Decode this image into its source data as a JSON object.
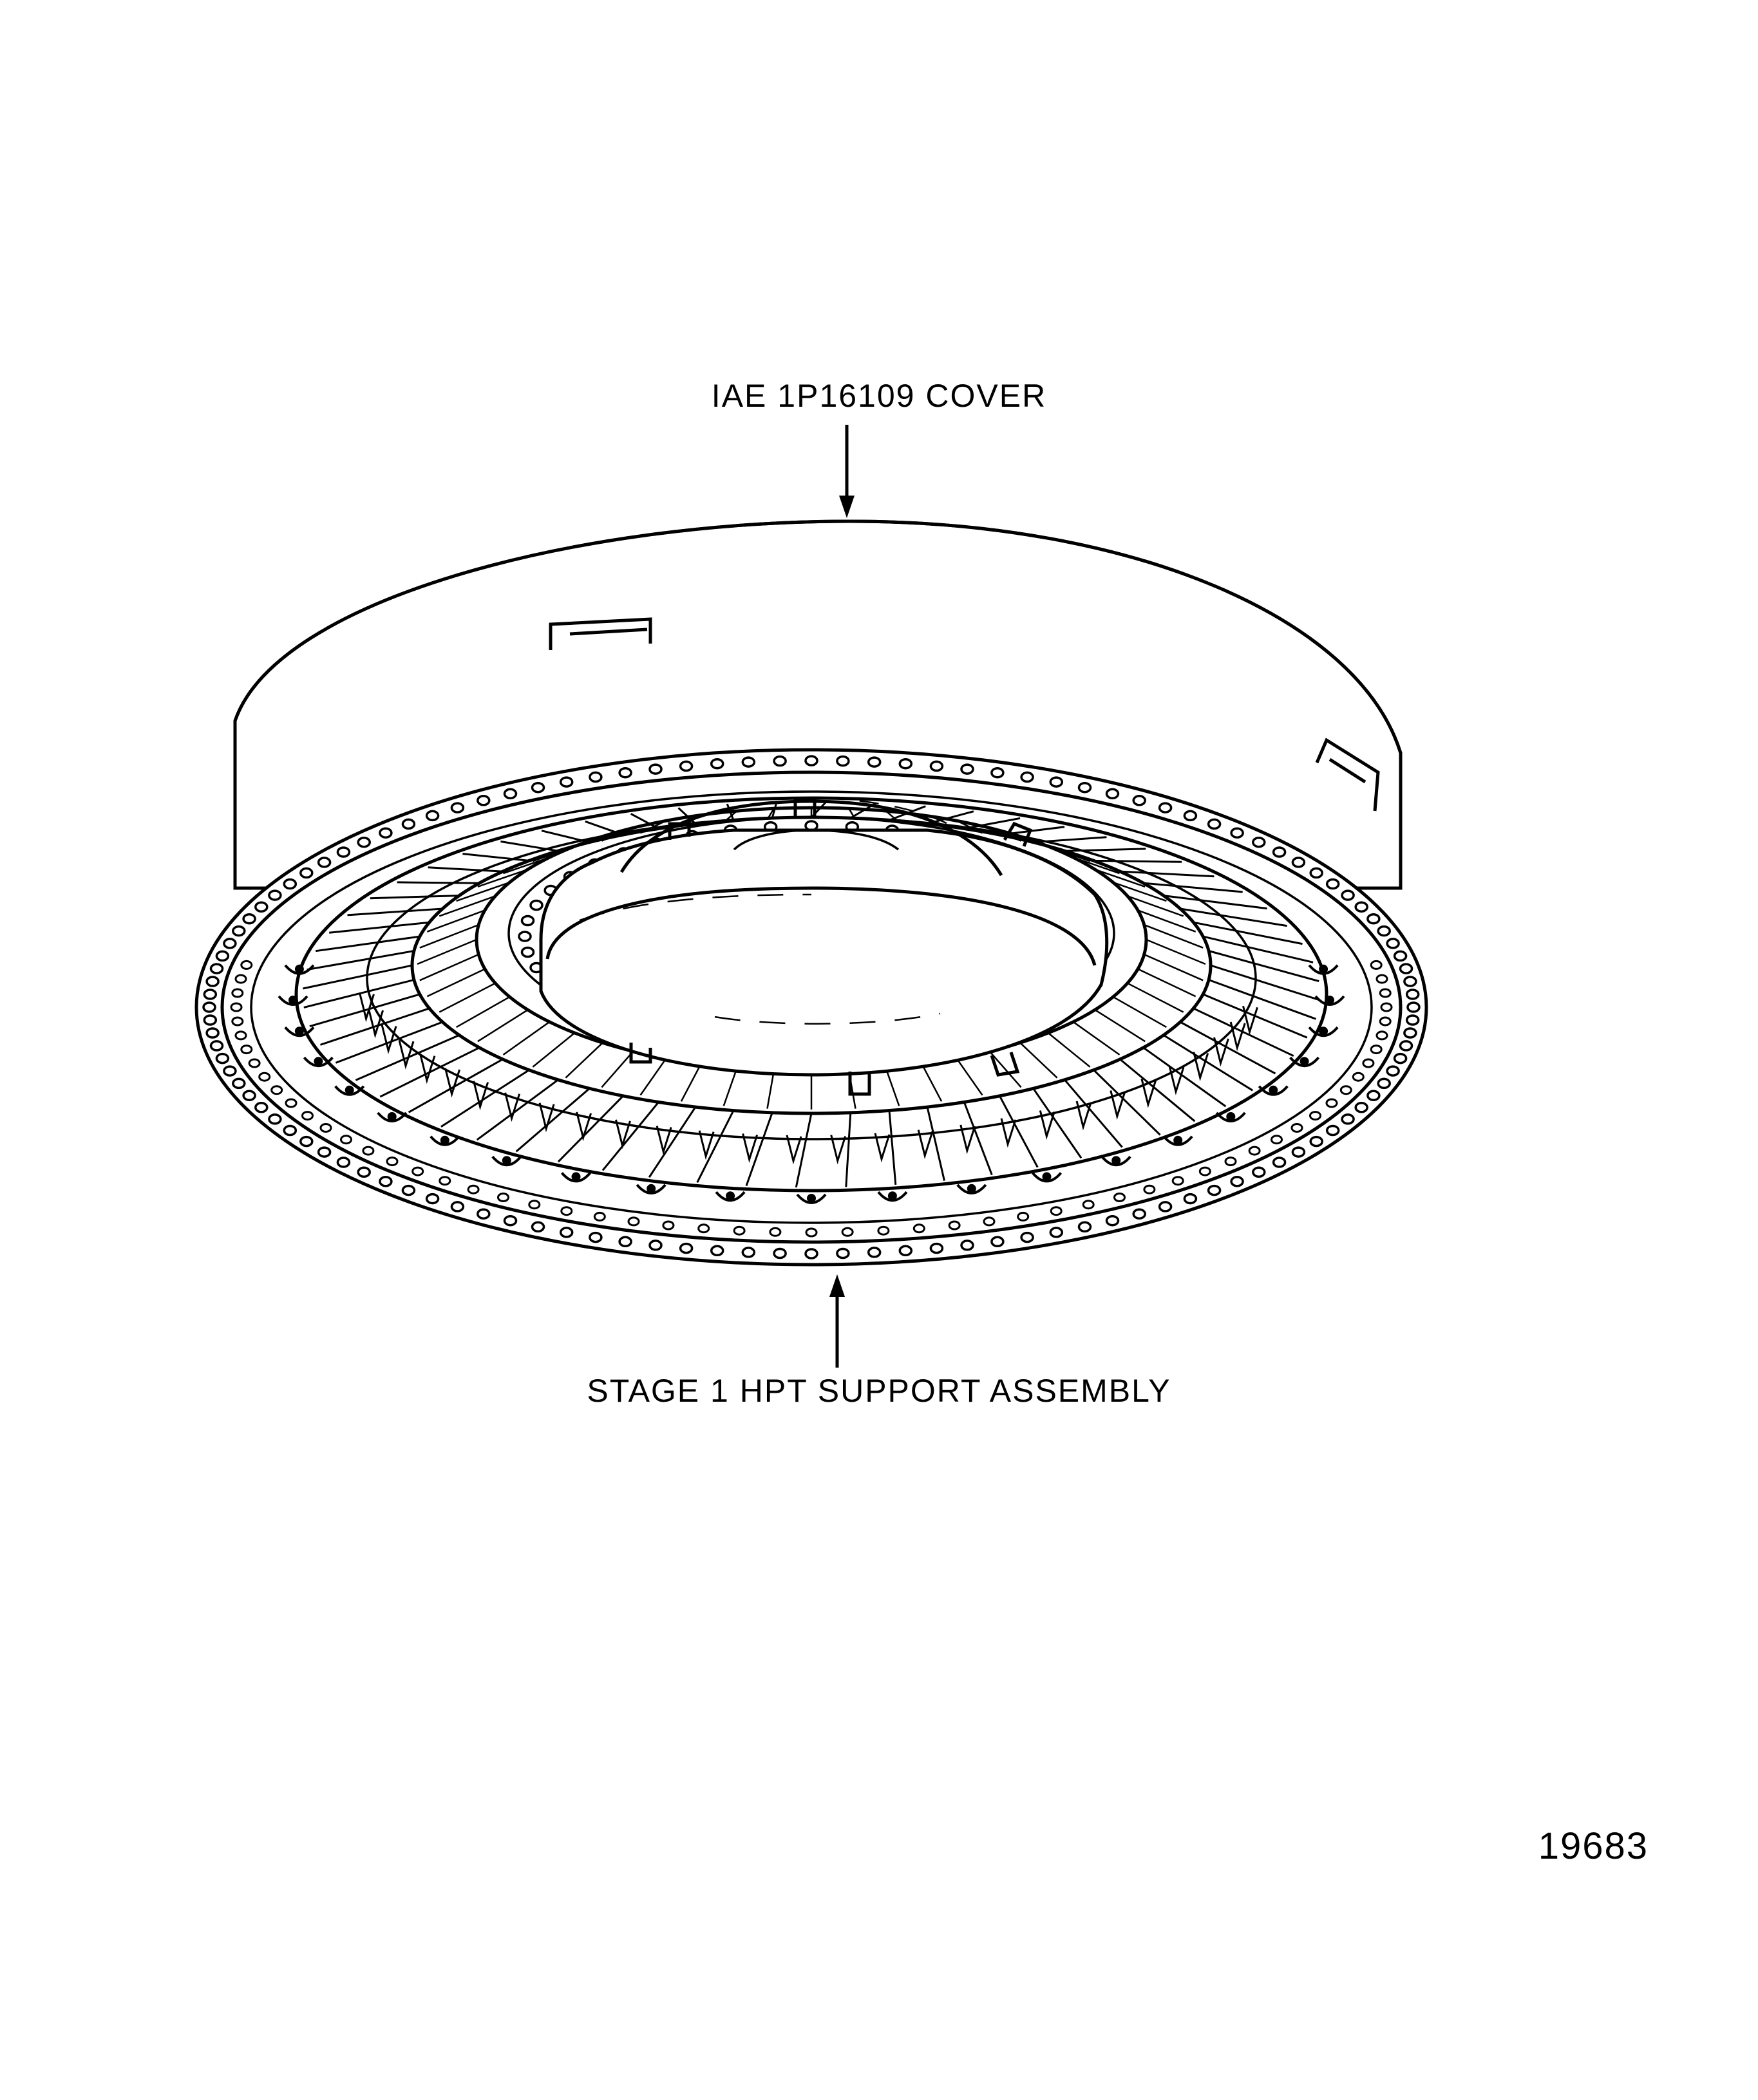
{
  "labels": {
    "cover": "IAE 1P16109 COVER",
    "support": "STAGE 1 HPT SUPPORT ASSEMBLY",
    "figure_number": "19683"
  }
}
